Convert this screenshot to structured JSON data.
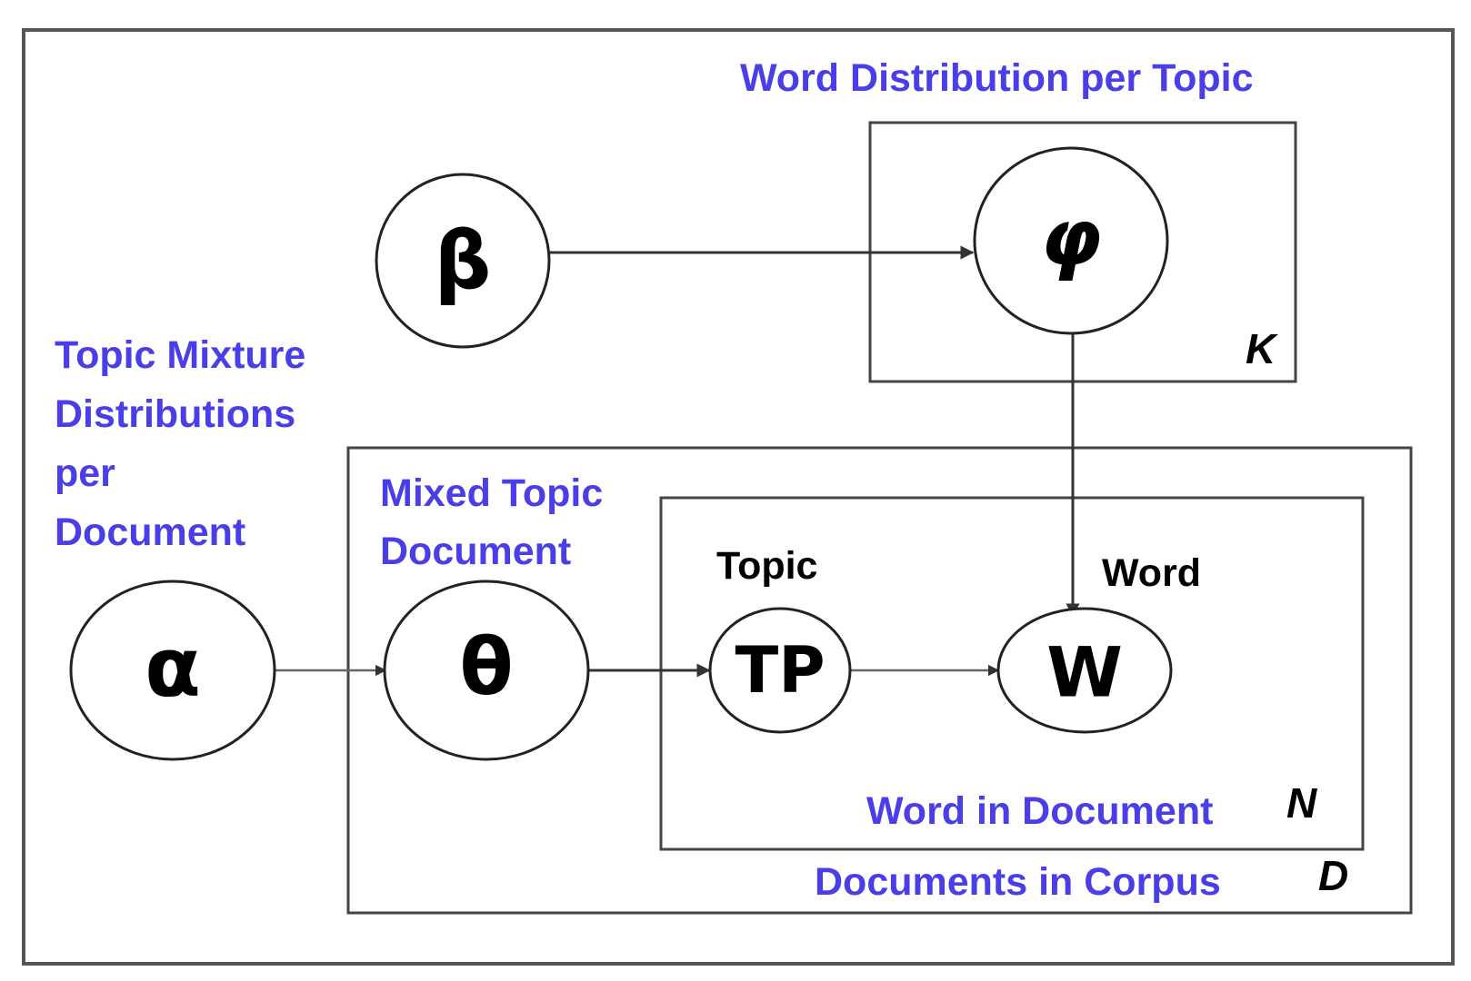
{
  "nodes": {
    "beta": "β",
    "phi": "φ",
    "alpha": "α",
    "theta": "θ",
    "topic": "TP",
    "word": "W"
  },
  "labels": {
    "word_distribution_per_topic": "Word Distribution per Topic",
    "topic_mixture": [
      "Topic Mixture",
      "Distributions",
      "per",
      "Document"
    ],
    "mixed_topic_document": [
      "Mixed Topic",
      "Document"
    ],
    "topic": "Topic",
    "word": "Word",
    "word_in_document": "Word in Document",
    "documents_in_corpus": "Documents in Corpus"
  },
  "plates": {
    "topics": "K",
    "words": "N",
    "documents": "D"
  },
  "colors": {
    "annotation_text": "#4a3ee8",
    "node_stroke": "#222222",
    "frame": "#555555"
  }
}
